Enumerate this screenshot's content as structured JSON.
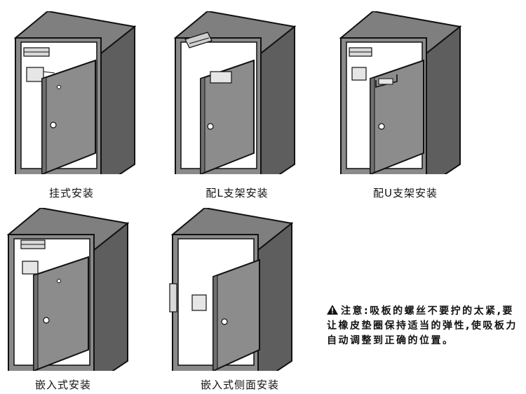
{
  "captions": {
    "hanging": "挂式安装",
    "l_bracket": "配L支架安装",
    "u_bracket": "配U支架安装",
    "embedded": "嵌入式安装",
    "embedded_side": "嵌入式侧面安装"
  },
  "note": {
    "icon": "warning-triangle-icon",
    "text": "注意:吸板的螺丝不要拧的太紧,要让橡皮垫圈保持适当的弹性,使吸板力自动调整到正确的位置。"
  },
  "colors": {
    "cabinet_gray": "#8a8a8a",
    "top_gray": "#7f7f7f",
    "side_dark": "#5e5e5e",
    "door_gray": "#8c8c8c",
    "outline": "#111111"
  }
}
